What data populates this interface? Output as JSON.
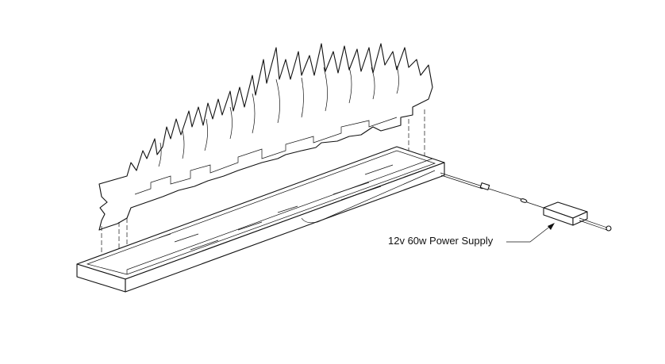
{
  "diagram": {
    "title": "Fireplace flame panel assembly exploded view",
    "callouts": [
      {
        "label": "12v 60w Power Supply",
        "target": "power-supply"
      }
    ]
  }
}
